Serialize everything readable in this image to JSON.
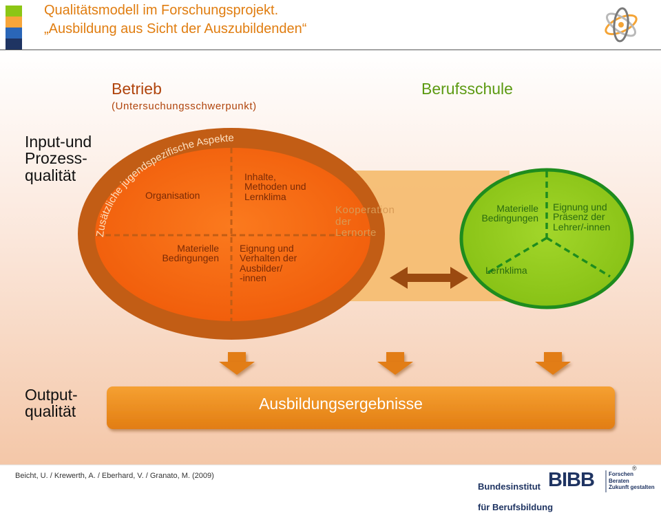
{
  "header": {
    "title": "Qualitätsmodell im Forschungsprojekt.\n„Ausbildung aus Sicht der Auszubildenden“"
  },
  "columns": {
    "betrieb": "Betrieb",
    "betrieb_sub": "(Untersuchungsschwerpunkt)",
    "berufsschule": "Berufsschule"
  },
  "rows": {
    "input": "Input-und\nProzess-\nqualität",
    "output": "Output-\nqualität"
  },
  "betrieb_ellipse": {
    "ring_text": "Zusätzliche jugendspezifische Aspekte",
    "organisation": "Organisation",
    "inhalte": "Inhalte,\nMethoden und\nLernklima",
    "materielle": "Materielle\nBedingungen",
    "eignung": "Eignung und\nVerhalten der\nAusbilder/\n-innen"
  },
  "kooperation": "Kooperation\nder\nLernorte",
  "schule_circle": {
    "materielle": "Materielle\nBedingungen",
    "eignung": "Eignung und\nPräsenz der\nLehrer/-innen",
    "lernklima": "Lernklima"
  },
  "output_box": "Ausbildungsergebnisse",
  "footer": {
    "citation": "Beicht, U. / Krewerth, A. / Eberhard, V. / Granato, M. (2009)",
    "bibb_line1": "Bundesinstitut",
    "bibb_line2": "für Berufsbildung",
    "bibb_logo": "BIBB",
    "bibb_slogan": "Forschen\nBeraten\nZukunft gestalten",
    "registered": "®"
  },
  "colors": {
    "accent_orange": "#e07d10",
    "inner_orange": "#f3650f",
    "ring_brown": "#c25d15",
    "green": "#8cc615",
    "dark_green": "#1e8c1e",
    "logo_navy": "#1f3462"
  }
}
